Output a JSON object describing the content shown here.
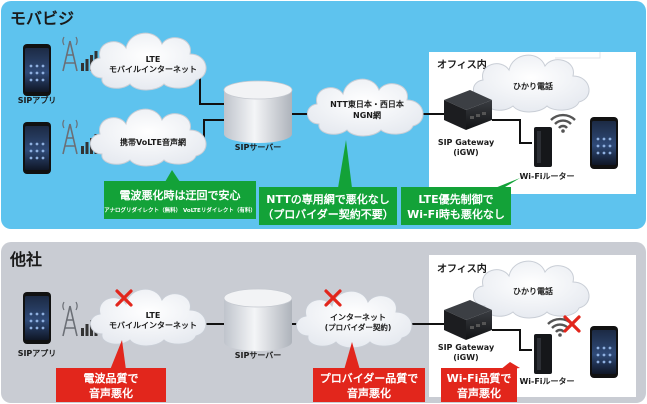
{
  "colors": {
    "panel_top": "#5ec3ee",
    "panel_bottom": "#c9ccd3",
    "callout_green": "#13a238",
    "callout_red": "#e2261c",
    "x_mark": "#e2261c"
  },
  "icons": [
    "smartphone-icon",
    "antenna-icon",
    "cloud-icon",
    "server-cylinder-icon",
    "gateway-box-icon",
    "wifi-router-icon",
    "wifi-signal-icon",
    "x-mark-icon",
    "building-outline-icon"
  ],
  "mobabiji": {
    "title": "モバビジ",
    "sip_app": "SIPアプリ",
    "cloud_lte": [
      "LTE",
      "モバイルインターネット"
    ],
    "cloud_volte": "携帯VoLTE音声網",
    "cloud_ngn": [
      "NTT東日本・西日本",
      "NGN網"
    ],
    "sip_server": "SIPサーバー",
    "office_label": "オフィス内",
    "hikari": "ひかり電話",
    "gateway": [
      "SIP Gateway",
      "(iGW)"
    ],
    "wifi_router": "Wi-Fiルーター",
    "callout1": [
      "電波悪化時は迂回で安心",
      "アナログリダイレクト（無料） VoLTEリダイレクト（有料）"
    ],
    "callout2": [
      "NTTの専用網で悪化なし",
      "（プロバイダー契約不要）"
    ],
    "callout3": [
      "LTE優先制御で",
      "Wi-Fi時も悪化なし"
    ]
  },
  "other": {
    "title": "他社",
    "sip_app": "SIPアプリ",
    "cloud_lte": [
      "LTE",
      "モバイルインターネット"
    ],
    "cloud_internet": [
      "インターネット",
      "(プロバイダー契約)"
    ],
    "sip_server": "SIPサーバー",
    "office_label": "オフィス内",
    "hikari": "ひかり電話",
    "gateway": [
      "SIP Gateway",
      "(iGW)"
    ],
    "wifi_router": "Wi-Fiルーター",
    "callout1": [
      "電波品質で",
      "音声悪化"
    ],
    "callout2": [
      "プロバイダー品質で",
      "音声悪化"
    ],
    "callout3": [
      "Wi-Fi品質で",
      "音声悪化"
    ]
  }
}
